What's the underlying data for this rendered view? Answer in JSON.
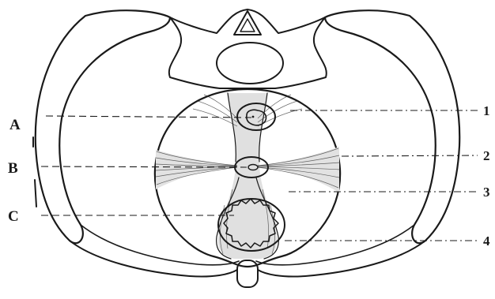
{
  "labels": {
    "left": [
      "A",
      "B",
      "C"
    ],
    "right": [
      "1",
      "2",
      "3",
      "4"
    ]
  },
  "colors": {
    "ink": "#1a1a1a",
    "background": "#ffffff",
    "tissue": "#d9d9d9"
  }
}
